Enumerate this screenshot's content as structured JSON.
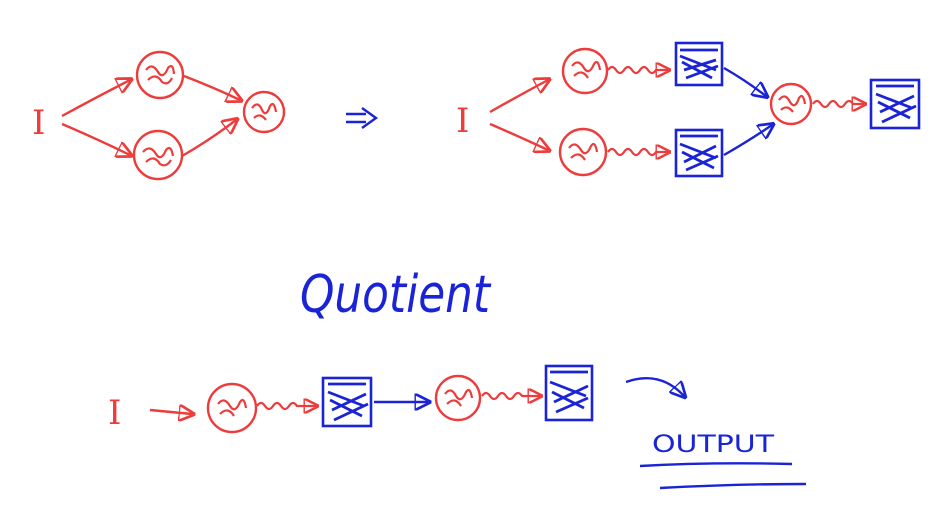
{
  "colors": {
    "red": "#ee3b3b",
    "blue": "#1a24d6",
    "background": "#ffffff"
  },
  "diagram": {
    "top_left": {
      "input_label": "I"
    },
    "implies_symbol": "⇒",
    "top_right": {
      "input_label": "I"
    },
    "title": "Quotient",
    "bottom": {
      "input_label": "I",
      "output_label": "OUTPUT"
    }
  }
}
